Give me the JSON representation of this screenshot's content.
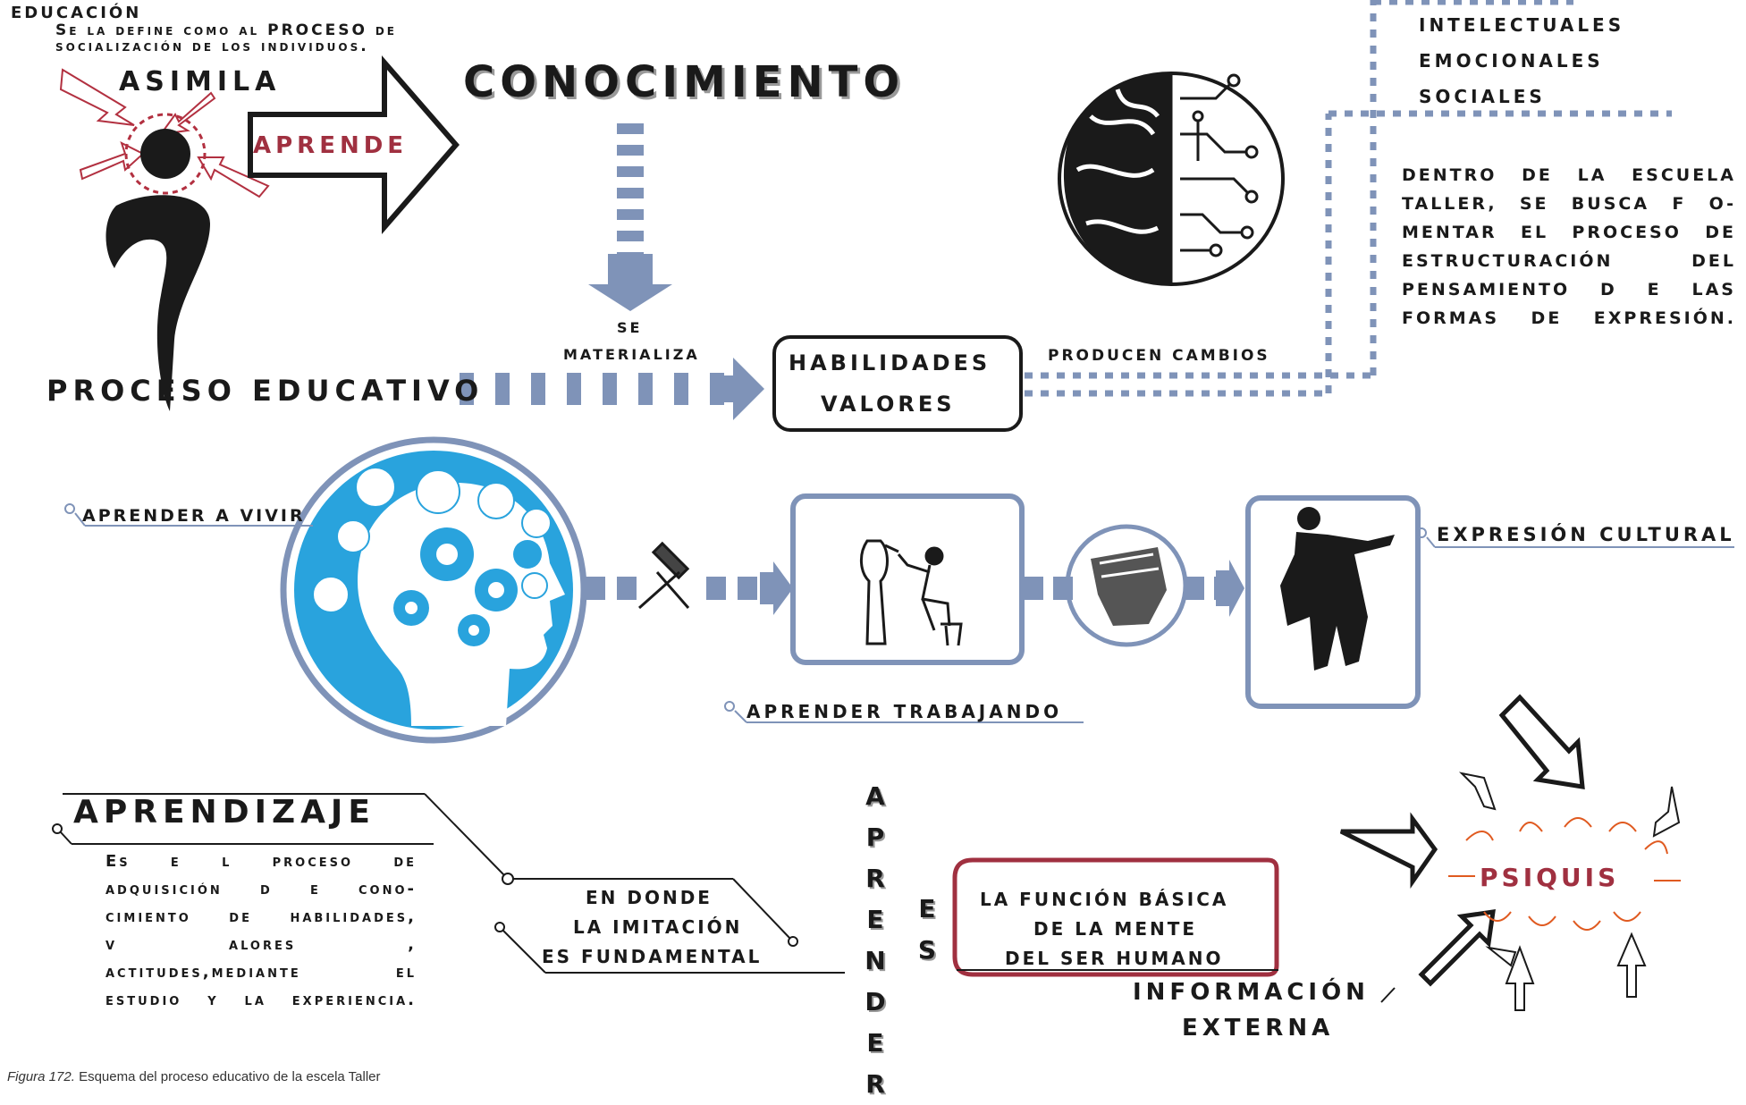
{
  "educacion": {
    "title": "EDUCACIÓN",
    "definition_line1": "Se la define como al PROCESO de",
    "definition_line2": "socialización de los individuos."
  },
  "asimila": "ASIMILA",
  "aprende": "APRENDE",
  "conocimiento": "CONOCIMIENTO",
  "se_materializa": {
    "line1": "SE",
    "line2": "MATERIALIZA"
  },
  "proceso_educativo": "PROCESO EDUCATIVO",
  "habilidades_box": {
    "line1": "HABILIDADES",
    "line2": "VALORES"
  },
  "producen_cambios": "PRODUCEN CAMBIOS",
  "cambios_list": [
    "INTELECTUALES",
    "EMOCIONALES",
    "SOCIALES"
  ],
  "escuela_text": [
    "DENTRO DE LA ESCUELA",
    "TALLER, SE BUSCA F O-",
    "MENTAR EL PROCESO DE",
    "ESTRUCTURACIÓN DEL",
    "PENSAMIENTO D E LAS",
    "FORMAS DE EXPRESIÓN."
  ],
  "aprender_a_vivir": "APRENDER A VIVIR",
  "aprender_trabajando": "APRENDER TRABAJANDO",
  "expresion_cultural": "EXPRESIÓN CULTURAL",
  "aprendizaje": {
    "title": "APRENDIZAJE",
    "lines": [
      "Es e l proceso de",
      "adquisición d e cono-",
      "cimiento de habilidades,",
      "v alores ,",
      "actitudes,mediante el",
      "estudio y la experiencia."
    ]
  },
  "imitacion": {
    "line1": "EN DONDE",
    "line2": "LA IMITACIÓN",
    "line3": "ES FUNDAMENTAL"
  },
  "aprender_vertical": [
    "A",
    "P",
    "R",
    "E",
    "N",
    "D",
    "E",
    "R"
  ],
  "es_vertical": [
    "E",
    "S"
  ],
  "funcion_box": {
    "line1": "LA FUNCIÓN BÁSICA",
    "line2": "DE LA MENTE",
    "line3": "DEL SER HUMANO"
  },
  "psiquis": "PSIQUIS",
  "informacion_externa": {
    "line1": "INFORMACIÓN",
    "line2": "EXTERNA"
  },
  "caption": {
    "label": "Figura 172.",
    "text": "Esquema del proceso educativo de la escela Taller"
  },
  "colors": {
    "blue": "#7f93b8",
    "red": "#a03040",
    "dark": "#1a1a1a",
    "cyan": "#29a3dd"
  }
}
